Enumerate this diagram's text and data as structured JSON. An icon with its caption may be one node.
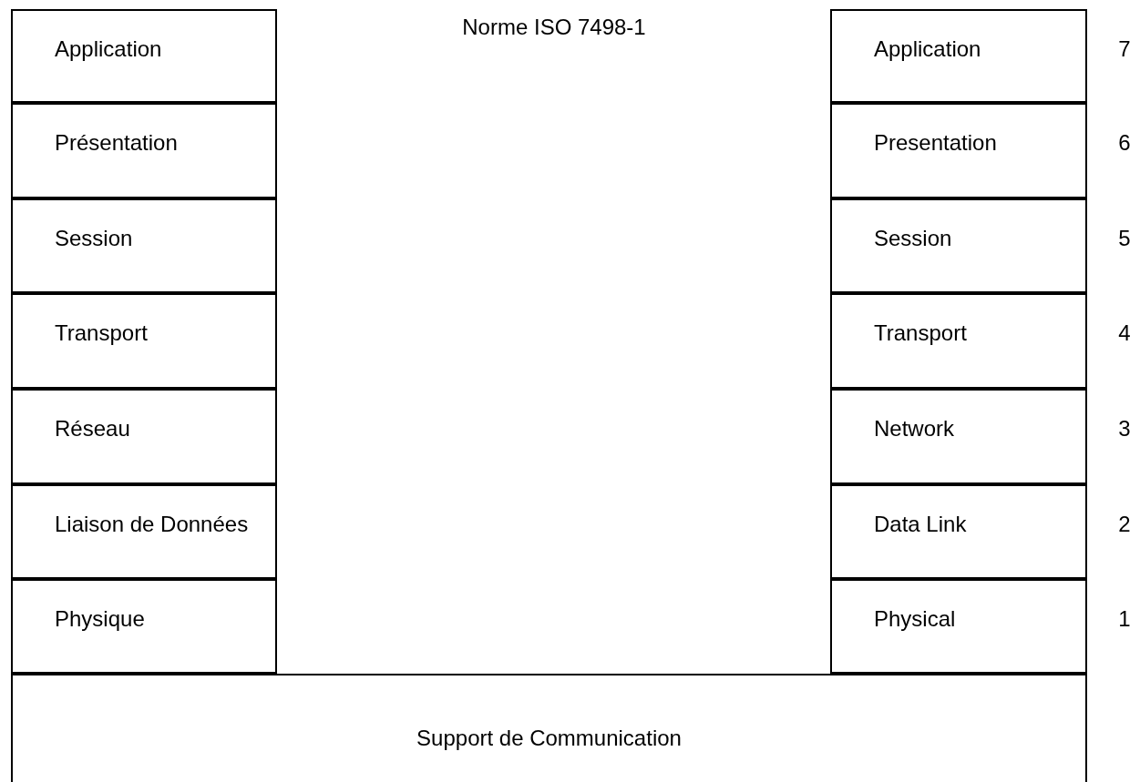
{
  "diagram": {
    "title": "Norme ISO 7498-1",
    "nodes": [
      {
        "text": [
          "Application"
        ]
      },
      {
        "text": [
          "Présentation"
        ]
      },
      {
        "text": [
          "Session"
        ]
      },
      {
        "text": [
          "Transport"
        ]
      },
      {
        "text": [
          "Réseau"
        ]
      },
      {
        "text": [
          "Liaison de Données"
        ]
      },
      {
        "text": [
          "Physique"
        ]
      },
      {
        "text": [
          "Application"
        ]
      },
      {
        "text": [
          "Presentation"
        ]
      },
      {
        "text": [
          "Session"
        ]
      },
      {
        "text": [
          "Transport"
        ]
      },
      {
        "text": [
          "Network"
        ]
      },
      {
        "text": [
          "Data Link"
        ]
      },
      {
        "text": [
          "Physical"
        ]
      },
      {
        "text": [
          "Support de Communication"
        ]
      }
    ],
    "labels": [
      "7",
      "6",
      "5",
      "4",
      "3",
      "2",
      "1"
    ]
  }
}
